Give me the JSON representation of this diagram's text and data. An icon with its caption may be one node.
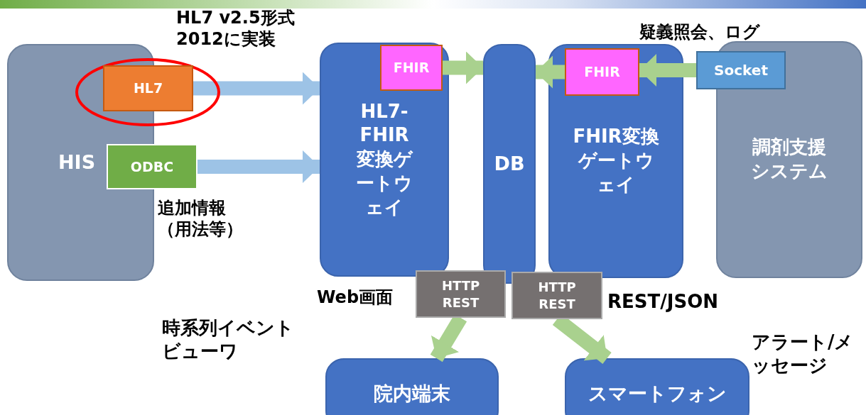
{
  "diagram": {
    "nodes": [
      {
        "text": [
          "HIS"
        ]
      },
      {
        "text": [
          "HL7"
        ]
      },
      {
        "text": [
          "ODBC"
        ]
      },
      {
        "text": [
          "HL7-FHIR変換ゲートウェイ"
        ]
      },
      {
        "text": [
          "FHIR"
        ],
        "in": 3
      },
      {
        "text": [
          "DB"
        ]
      },
      {
        "text": [
          "FHIR"
        ],
        "in": 7
      },
      {
        "text": [
          "FHIR変換ゲートウェイ"
        ]
      },
      {
        "text": [
          "Socket"
        ]
      },
      {
        "text": [
          "調剤支援システム"
        ]
      },
      {
        "text": [
          "HTTP REST"
        ]
      },
      {
        "text": [
          "HTTP REST"
        ]
      },
      {
        "text": [
          "院内端末"
        ]
      },
      {
        "text": [
          "スマートフォン"
        ]
      }
    ],
    "edges": [
      {
        "from": 1,
        "to": 3,
        "arrow": "to",
        "color": "#9dc3e6"
      },
      {
        "from": 2,
        "to": 3,
        "arrow": "to",
        "color": "#9dc3e6"
      },
      {
        "from": 4,
        "to": 5,
        "arrow": "to"
      },
      {
        "from": 6,
        "to": 5,
        "arrow": "to"
      },
      {
        "from": 8,
        "to": 6,
        "arrow": "to"
      },
      {
        "from": 10,
        "to": 12,
        "arrow": "to"
      },
      {
        "from": 11,
        "to": 13,
        "arrow": "to"
      }
    ],
    "labels": [
      "HL7 v2.5形式2012に実装",
      "疑義照会、ログ",
      "追加情報（用法等）",
      "Web画面",
      "REST/JSON",
      "時系列イベントビューワ",
      "アラート/メッセージ"
    ]
  }
}
